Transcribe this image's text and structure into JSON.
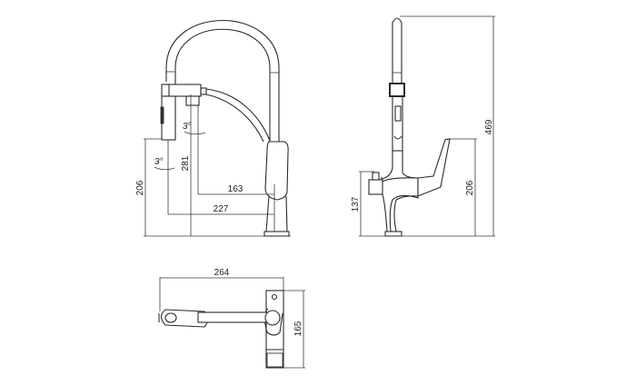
{
  "drawing": {
    "subject": "Kitchen faucet with pull-down spout — technical dimension drawing",
    "views": [
      "side-view",
      "front-view",
      "top-view"
    ]
  },
  "side_view": {
    "dims": {
      "height_outlet": "206",
      "height_spray": "281",
      "reach_spray": "163",
      "reach_outlet": "227",
      "angle_1": "3°",
      "angle_2": "3°"
    }
  },
  "front_view": {
    "dims": {
      "total_height": "469",
      "lever_height": "206",
      "filter_tap_height": "137"
    }
  },
  "top_view": {
    "dims": {
      "total_length": "264",
      "depth": "165"
    }
  },
  "colors": {
    "line": "#2a2a2a",
    "background": "#ffffff"
  }
}
